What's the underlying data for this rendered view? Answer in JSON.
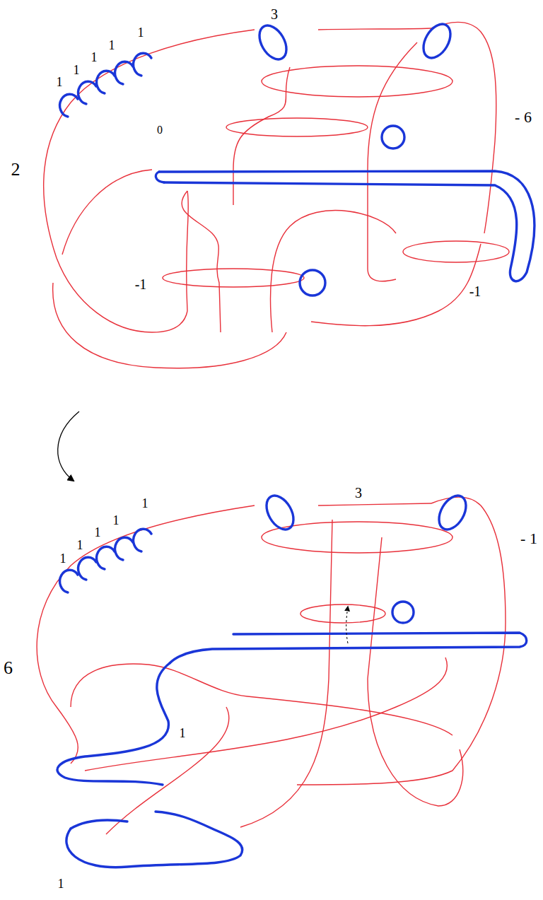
{
  "diagram": {
    "labels": [
      "1",
      "1",
      "1",
      "1",
      "1",
      "3",
      "0",
      "2",
      "- 6",
      "-1",
      "-1",
      "1",
      "1",
      "1",
      "1",
      "1",
      "3",
      "- 1",
      "6",
      "1",
      "1"
    ]
  }
}
